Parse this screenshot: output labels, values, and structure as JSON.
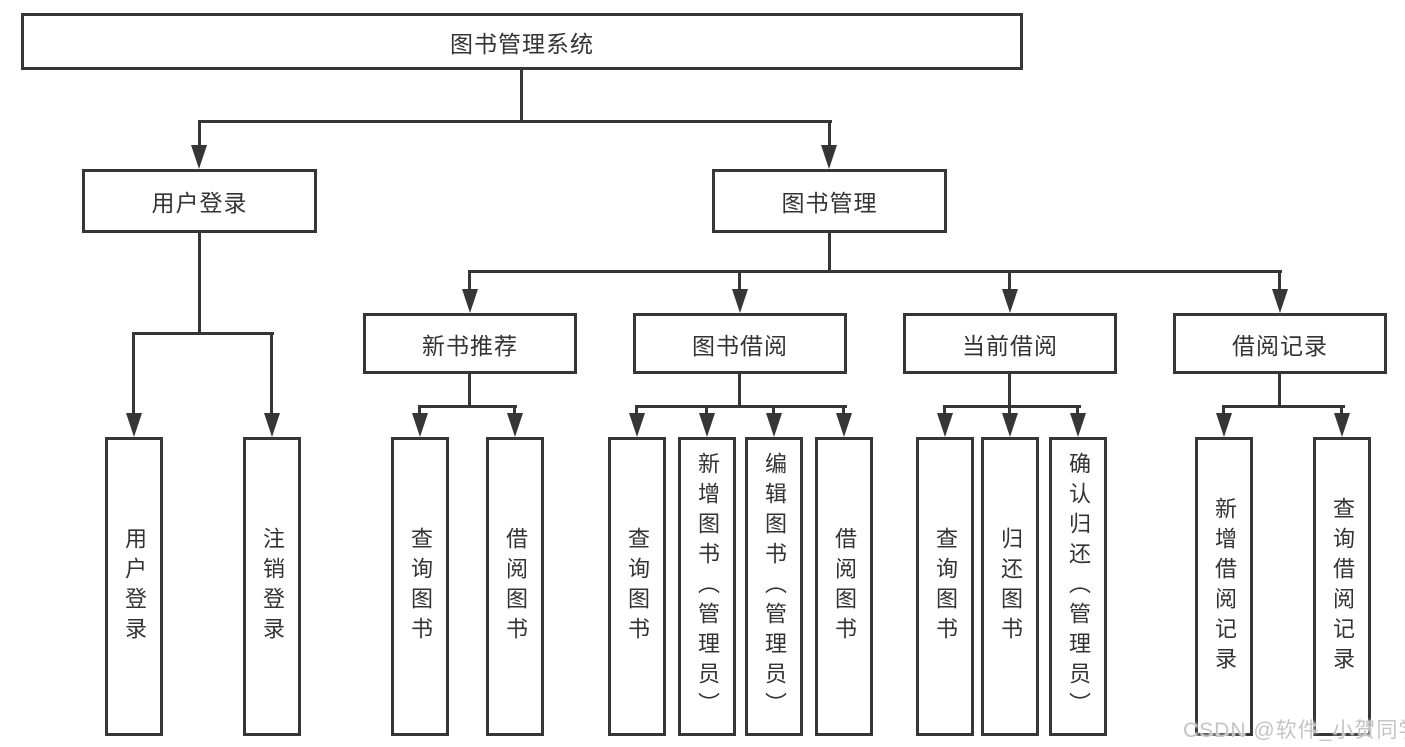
{
  "tree": {
    "label": "图书管理系统",
    "children": [
      {
        "label": "用户登录",
        "children": [
          {
            "label": "用户登录"
          },
          {
            "label": "注销登录"
          }
        ]
      },
      {
        "label": "图书管理",
        "children": [
          {
            "label": "新书推荐",
            "children": [
              {
                "label": "查询图书"
              },
              {
                "label": "借阅图书"
              }
            ]
          },
          {
            "label": "图书借阅",
            "children": [
              {
                "label": "查询图书"
              },
              {
                "label": "新增图书（管理员）"
              },
              {
                "label": "编辑图书（管理员）"
              },
              {
                "label": "借阅图书"
              }
            ]
          },
          {
            "label": "当前借阅",
            "children": [
              {
                "label": "查询图书"
              },
              {
                "label": "归还图书"
              },
              {
                "label": "确认归还（管理员）"
              }
            ]
          },
          {
            "label": "借阅记录",
            "children": [
              {
                "label": "新增借阅记录"
              },
              {
                "label": "查询借阅记录"
              }
            ]
          }
        ]
      }
    ]
  },
  "watermark": {
    "text": "CSDN @软件_小贺同学"
  },
  "colors": {
    "line": "#363636",
    "box_border": "#363636",
    "text": "#333333",
    "watermark": "#c4c4c4",
    "background": "#ffffff"
  }
}
